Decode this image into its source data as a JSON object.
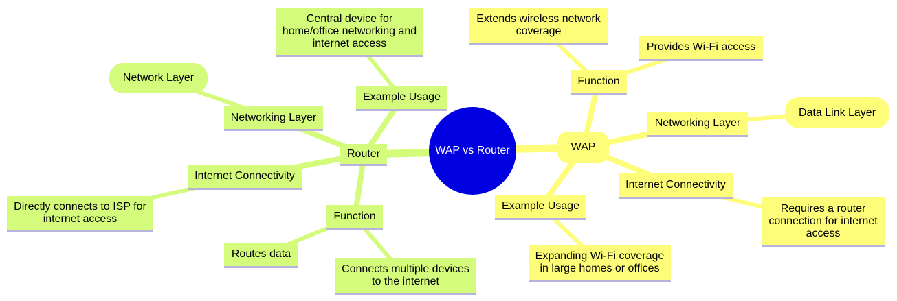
{
  "colors": {
    "root_fill": "#0000e0",
    "root_text": "#ffffff",
    "router_fill": "#d5fb7c",
    "router_link": "#d5fb7c",
    "wap_fill": "#fdfd79",
    "wap_link": "#fdfd79",
    "underline": "#b7b3dc"
  },
  "root": {
    "label": "WAP vs Router"
  },
  "router": {
    "label": "Router",
    "example_usage": {
      "label": "Example Usage",
      "detail": "Central device for home/office networking and internet access"
    },
    "networking_layer": {
      "label": "Networking Layer",
      "detail": "Network Layer"
    },
    "internet_connectivity": {
      "label": "Internet Connectivity",
      "detail": "Directly connects to ISP for internet access"
    },
    "function": {
      "label": "Function",
      "detail_1": "Routes data",
      "detail_2": "Connects multiple devices to the internet"
    }
  },
  "wap": {
    "label": "WAP",
    "function": {
      "label": "Function",
      "detail_1": "Extends wireless network coverage",
      "detail_2": "Provides Wi-Fi access"
    },
    "networking_layer": {
      "label": "Networking Layer",
      "detail": "Data Link Layer"
    },
    "internet_connectivity": {
      "label": "Internet Connectivity",
      "detail": "Requires a router connection for internet access"
    },
    "example_usage": {
      "label": "Example Usage",
      "detail": "Expanding Wi-Fi coverage in large homes or offices"
    }
  }
}
